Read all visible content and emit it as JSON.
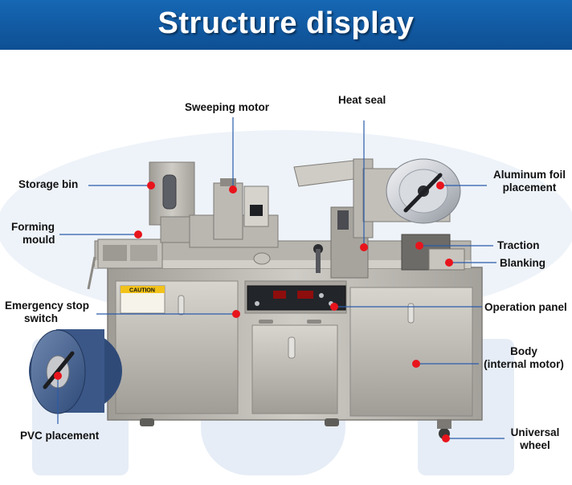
{
  "header": {
    "title": "Structure display"
  },
  "callouts": {
    "sweeping_motor": "Sweeping motor",
    "heat_seal": "Heat seal",
    "storage_bin": "Storage bin",
    "aluminum_foil_placement": [
      "Aluminum foil",
      "placement"
    ],
    "forming_mould": [
      "Forming",
      "mould"
    ],
    "traction": "Traction",
    "blanking": "Blanking",
    "emergency_stop_switch": [
      "Emergency stop",
      "switch"
    ],
    "operation_panel": "Operation panel",
    "body_internal_motor": [
      "Body",
      "(internal motor)"
    ],
    "pvc_placement": "PVC placement",
    "universal_wheel": [
      "Universal",
      "wheel"
    ]
  },
  "machine": {
    "caution_label": "CAUTION"
  },
  "colors": {
    "banner": "#1565b2",
    "marker": "#e8141c",
    "leader_line": "#2a5caa",
    "steel": "#b9b6b0"
  }
}
